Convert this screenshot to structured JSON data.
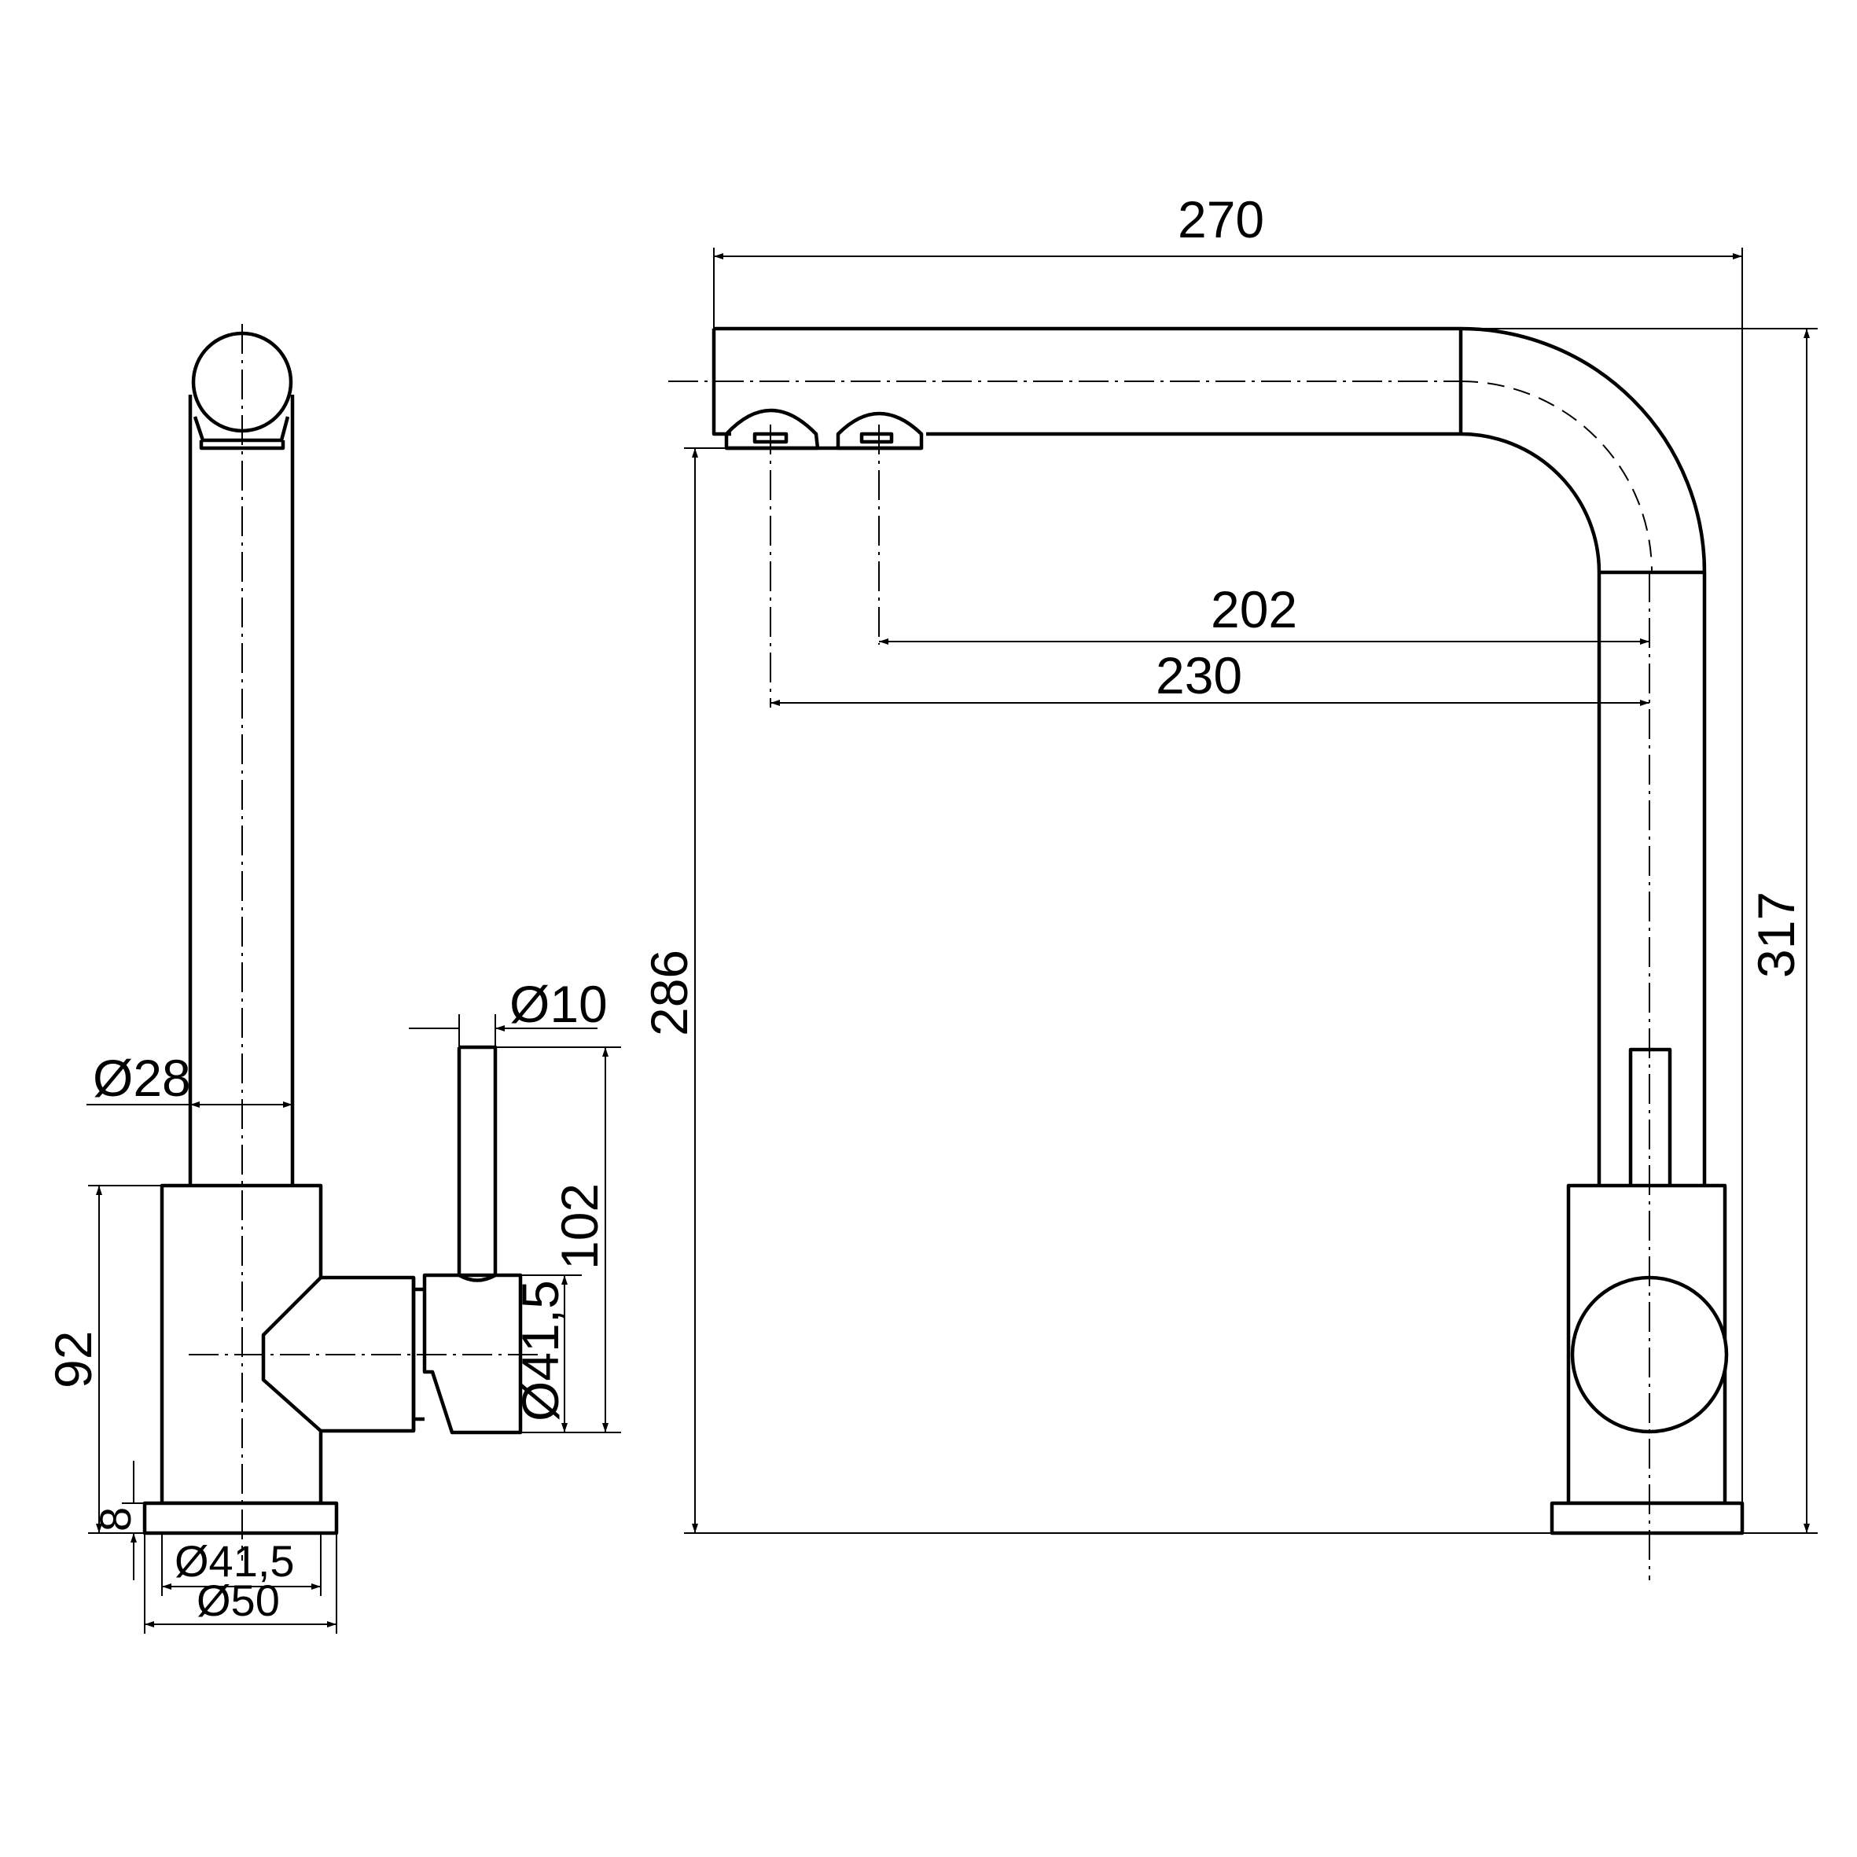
{
  "dimensions": {
    "side_view": {
      "spout_dia": "Ø28",
      "lever_dia": "Ø10",
      "lever_height": "102",
      "body_height": "92",
      "handle_dia": "Ø41,5",
      "base_thickness": "8",
      "body_dia": "Ø41,5",
      "base_dia": "Ø50"
    },
    "front_view": {
      "overall_reach": "270",
      "outlet_reach_2": "202",
      "outlet_reach_1": "230",
      "outlet_height": "286",
      "overall_height": "317"
    }
  }
}
